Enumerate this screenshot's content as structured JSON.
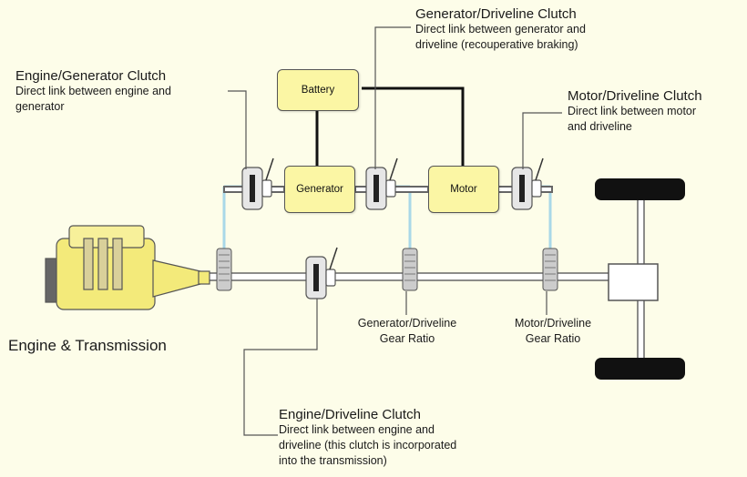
{
  "components": {
    "battery": "Battery",
    "generator": "Generator",
    "motor": "Motor"
  },
  "callouts": {
    "gen_driveline_clutch": {
      "title": "Generator/Driveline Clutch",
      "line1": "Direct link between generator and",
      "line2": "driveline (recouperative braking)"
    },
    "engine_gen_clutch": {
      "title": "Engine/Generator Clutch",
      "line1": "Direct link between engine and",
      "line2": "generator"
    },
    "motor_driveline_clutch": {
      "title": "Motor/Driveline Clutch",
      "line1": "Direct link between motor",
      "line2": "and driveline"
    },
    "engine_driveline_clutch": {
      "title": "Engine/Driveline Clutch",
      "line1": "Direct link between engine and",
      "line2": "driveline (this clutch is incorporated",
      "line3": "into the transmission)"
    }
  },
  "gear_ratios": {
    "generator": {
      "line1": "Generator/Driveline",
      "line2": "Gear Ratio"
    },
    "motor": {
      "line1": "Motor/Driveline",
      "line2": "Gear Ratio"
    }
  },
  "engine_label": "Engine & Transmission",
  "colors": {
    "box_fill": "#fbf6a4",
    "link_blue": "#a9d8e8",
    "background": "#fdfde9"
  }
}
